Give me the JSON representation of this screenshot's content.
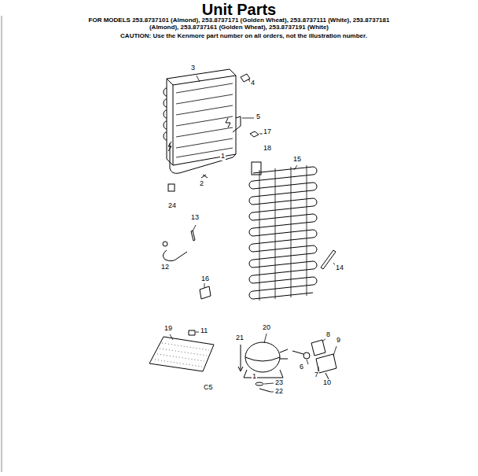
{
  "diagram": {
    "title": "Unit Parts",
    "labels": [
      "FOR MODELS 253.8737101 (Almond), 253.8737171 (Golden Wheat), 253.8737111 (White), 253.8737181 (Almond), 253.8737161 (Golden Wheat), 253.8737191 (White)",
      "CAUTION: Use the Kenmore part number on all orders, not the illustration number.",
      "3",
      "4",
      "5",
      "1",
      "17",
      "18",
      "15",
      "2",
      "24",
      "13",
      "12",
      "14",
      "16",
      "19",
      "11",
      "20",
      "21",
      "8",
      "6",
      "1",
      "9",
      "7",
      "10",
      "23",
      "22",
      "C5"
    ]
  }
}
